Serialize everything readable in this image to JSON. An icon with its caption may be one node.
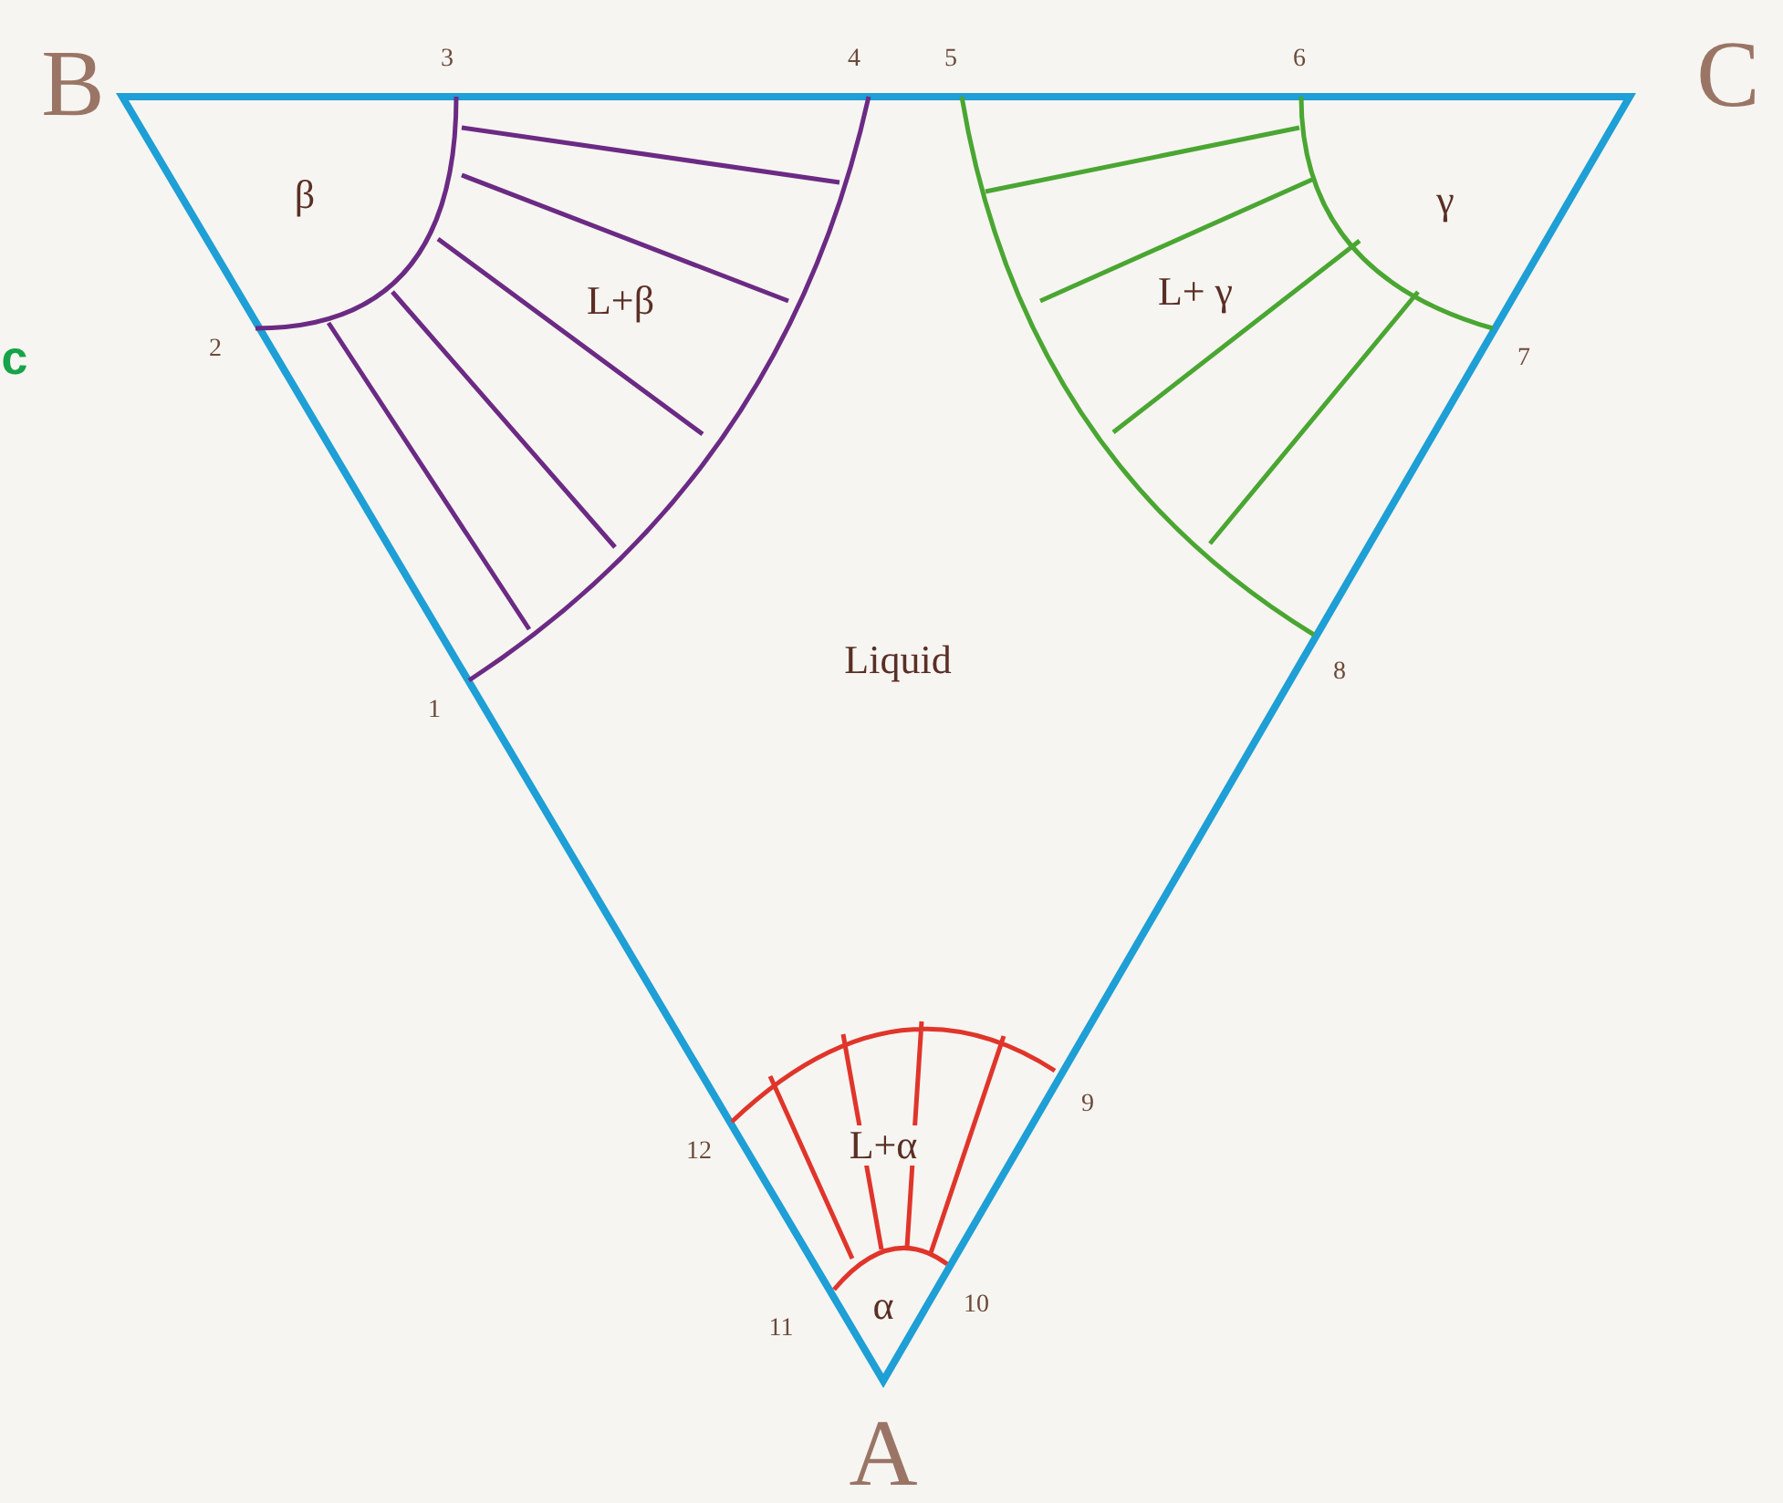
{
  "diagram": {
    "labels": [
      "B",
      "3",
      "4",
      "5",
      "6",
      "C",
      "β",
      "γ",
      "L+β",
      "L+ γ",
      "c",
      "2",
      "7",
      "Liquid",
      "8",
      "1",
      "9",
      "L+α",
      "12",
      "11",
      "α",
      "10",
      "A"
    ]
  }
}
